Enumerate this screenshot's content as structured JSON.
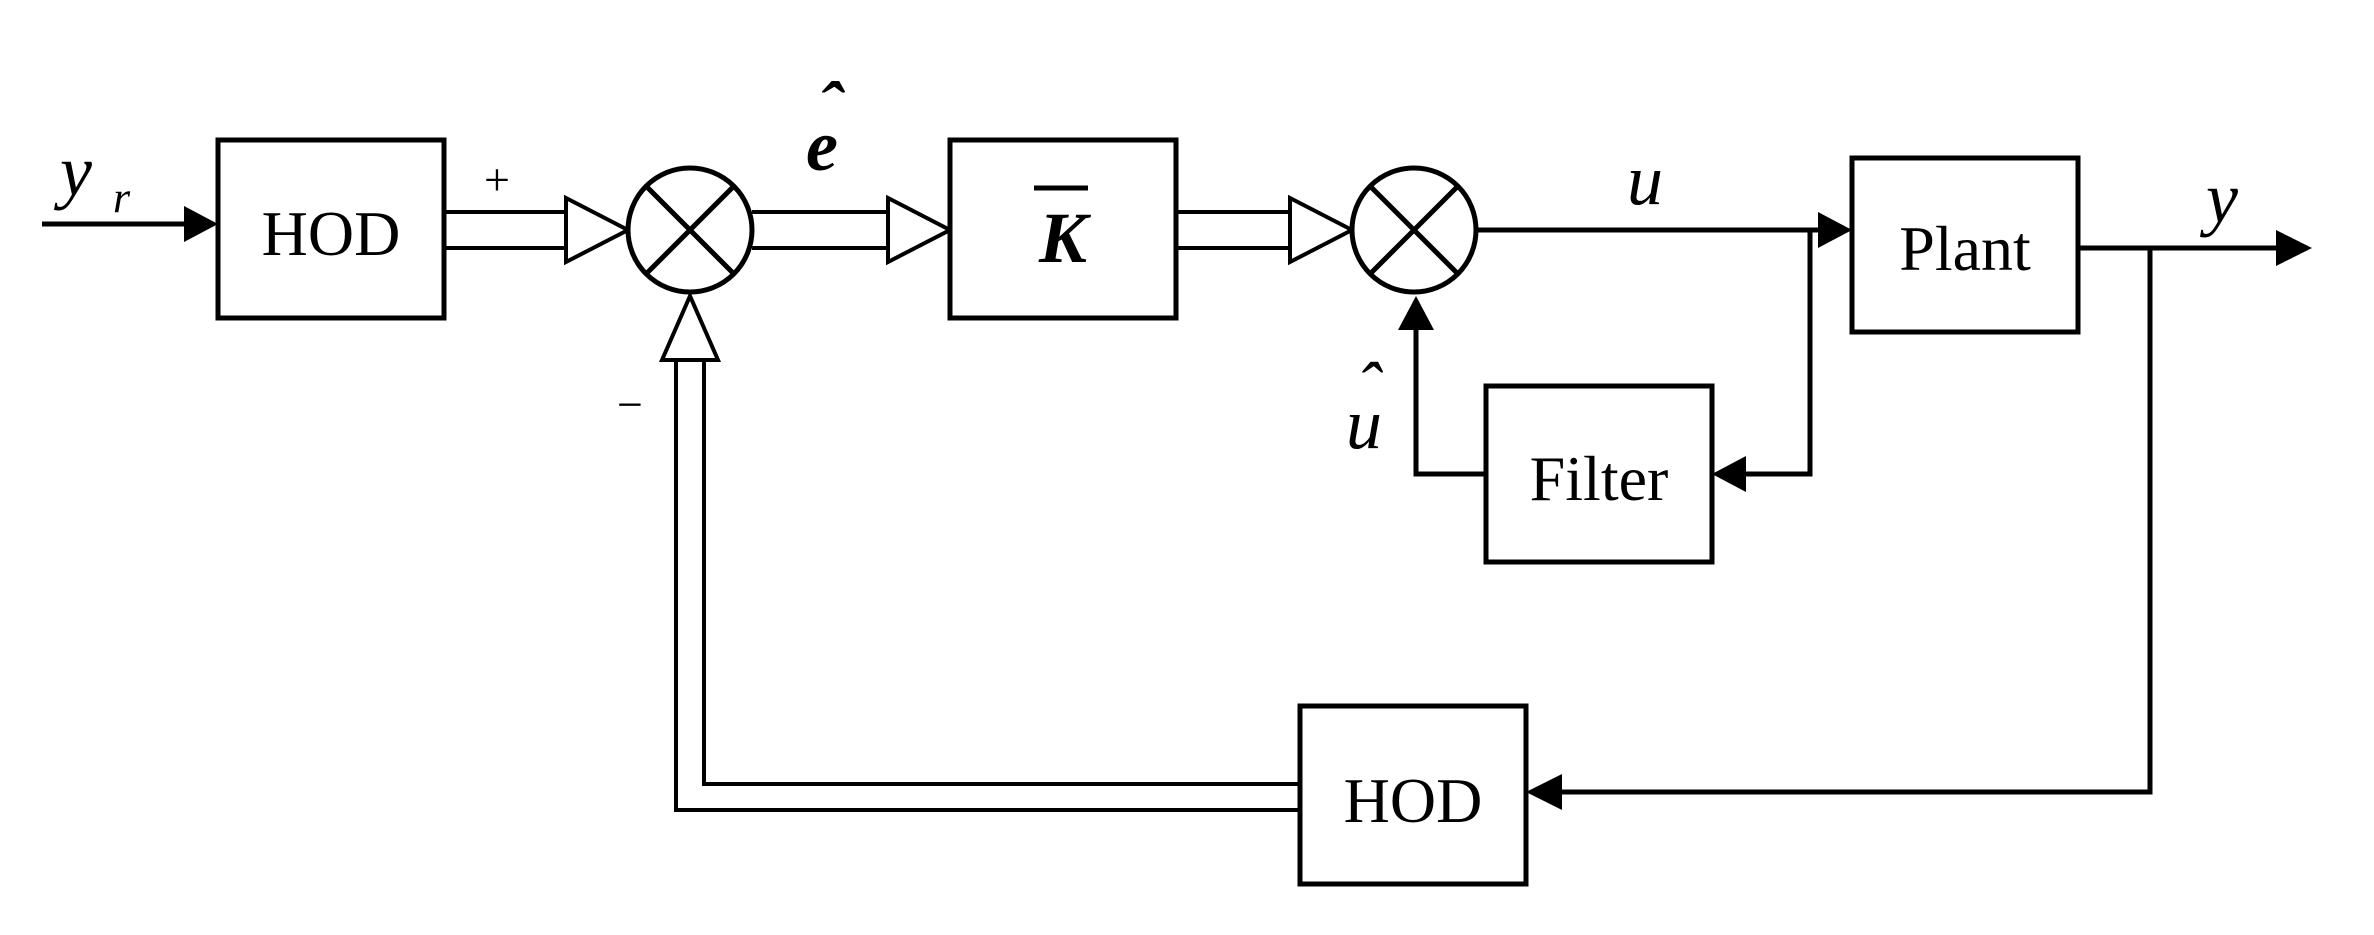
{
  "blocks": {
    "hod_in": "HOD",
    "gain": "K",
    "plant": "Plant",
    "filter": "Filter",
    "hod_fb": "HOD"
  },
  "signals": {
    "reference": "y",
    "reference_sub": "r",
    "error": "e",
    "control": "u",
    "filtered": "u",
    "output": "y"
  },
  "signs": {
    "plus": "+",
    "minus": "−"
  },
  "accents": {
    "hat": "ˆ",
    "bar": "‾"
  },
  "colors": {
    "stroke": "#000000",
    "background": "#ffffff"
  }
}
